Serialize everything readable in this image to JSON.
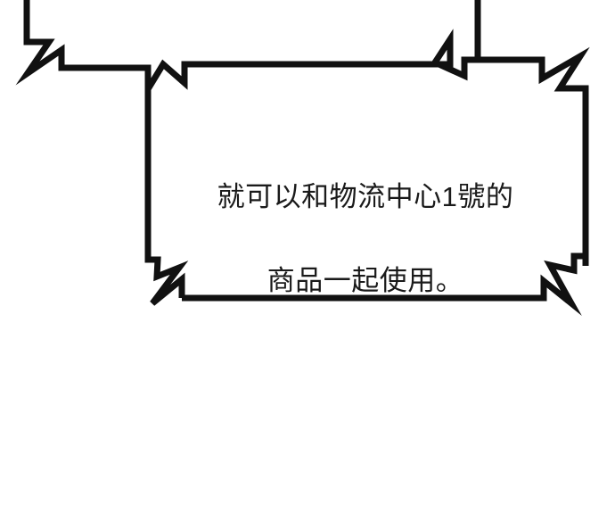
{
  "panel": {
    "background_color": "#ffffff",
    "line_color": "#111111",
    "text_color": "#1a1a1a"
  },
  "speech_bubble": {
    "style": "jagged-shout-bubble",
    "lines": [
      "就可以和物流中心1號的",
      "商品一起使用。"
    ],
    "full_text": "就可以和物流中心1號的商品一起使用。",
    "tails": [
      {
        "name": "top-left-tail",
        "direction": "up-left"
      },
      {
        "name": "top-right-tail",
        "direction": "up-right"
      }
    ]
  }
}
